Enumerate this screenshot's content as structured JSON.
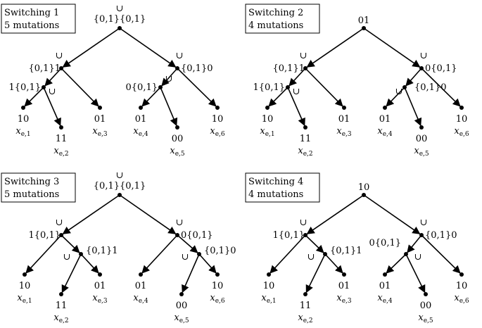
{
  "union_symbol": "∪",
  "panels": [
    {
      "title": "Switching 1",
      "mutations": "5 mutations",
      "root": {
        "label": "{0,1}{0,1}",
        "union": true
      },
      "left_mid": {
        "label": "{0,1}1",
        "union": true
      },
      "right_mid": {
        "label": "{0,1}0",
        "union": true
      },
      "left_sub": {
        "label": "1{0,1}",
        "union": true
      },
      "right_sub": {
        "label": "0{0,1}",
        "union": true
      },
      "leaves": [
        {
          "value": "10",
          "var": "x",
          "sub": "e,1"
        },
        {
          "value": "11",
          "var": "x",
          "sub": "e,2"
        },
        {
          "value": "01",
          "var": "x",
          "sub": "e,3"
        },
        {
          "value": "01",
          "var": "x",
          "sub": "e,4"
        },
        {
          "value": "00",
          "var": "x",
          "sub": "e,5"
        },
        {
          "value": "10",
          "var": "x",
          "sub": "e,6"
        }
      ]
    },
    {
      "title": "Switching 2",
      "mutations": "4 mutations",
      "root": {
        "label": "01",
        "union": false
      },
      "left_mid": {
        "label": "{0,1}1",
        "union": true
      },
      "right_mid": {
        "label": "0{0,1}",
        "union": true
      },
      "left_sub": {
        "label": "1{0,1}",
        "union": true
      },
      "right_sub": {
        "label": "{0,1}0",
        "union": true
      },
      "leaves": [
        {
          "value": "10",
          "var": "x",
          "sub": "e,1"
        },
        {
          "value": "11",
          "var": "x",
          "sub": "e,2"
        },
        {
          "value": "01",
          "var": "x",
          "sub": "e,3"
        },
        {
          "value": "01",
          "var": "x",
          "sub": "e,4"
        },
        {
          "value": "00",
          "var": "x",
          "sub": "e,5"
        },
        {
          "value": "10",
          "var": "x",
          "sub": "e,6"
        }
      ]
    },
    {
      "title": "Switching 3",
      "mutations": "5 mutations",
      "root": {
        "label": "{0,1}{0,1}",
        "union": true
      },
      "left_mid": {
        "label": "1{0,1}",
        "union": true
      },
      "right_mid": {
        "label": "0{0,1}",
        "union": true
      },
      "left_sub": {
        "label": "{0,1}1",
        "union": true
      },
      "right_sub": {
        "label": "{0,1}0",
        "union": true
      },
      "leaves": [
        {
          "value": "10",
          "var": "x",
          "sub": "e,1"
        },
        {
          "value": "11",
          "var": "x",
          "sub": "e,2"
        },
        {
          "value": "01",
          "var": "x",
          "sub": "e,3"
        },
        {
          "value": "01",
          "var": "x",
          "sub": "e,4"
        },
        {
          "value": "00",
          "var": "x",
          "sub": "e,5"
        },
        {
          "value": "10",
          "var": "x",
          "sub": "e,6"
        }
      ]
    },
    {
      "title": "Switching 4",
      "mutations": "4 mutations",
      "root": {
        "label": "10",
        "union": false
      },
      "left_mid": {
        "label": "1{0,1}",
        "union": true
      },
      "right_mid": {
        "label": "{0,1}0",
        "union": true
      },
      "left_sub": {
        "label": "{0,1}1",
        "union": true
      },
      "right_sub": {
        "label": "0{0,1}",
        "union": true
      },
      "leaves": [
        {
          "value": "10",
          "var": "x",
          "sub": "e,1"
        },
        {
          "value": "11",
          "var": "x",
          "sub": "e,2"
        },
        {
          "value": "01",
          "var": "x",
          "sub": "e,3"
        },
        {
          "value": "01",
          "var": "x",
          "sub": "e,4"
        },
        {
          "value": "00",
          "var": "x",
          "sub": "e,5"
        },
        {
          "value": "10",
          "var": "x",
          "sub": "e,6"
        }
      ]
    }
  ]
}
